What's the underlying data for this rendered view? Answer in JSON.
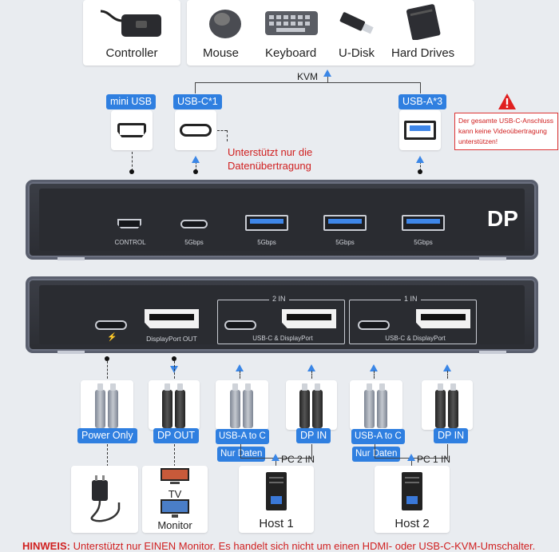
{
  "top": {
    "controller": "Controller",
    "peripherals": [
      "Mouse",
      "Keyboard",
      "U-Disk",
      "Hard Drives"
    ],
    "kvm": "KVM"
  },
  "port_tags": {
    "mini_usb": "mini USB",
    "usb_c": "USB-C*1",
    "usb_a": "USB-A*3"
  },
  "usbc_note": [
    "Unterstützt nur die",
    "Datenübertragung"
  ],
  "warning_note": [
    "Der gesamte USB-C-Anschluss",
    "kann keine Videoübertragung",
    "unterstützen!"
  ],
  "front_panel": {
    "brand": "DP",
    "labels": [
      "CONTROL",
      "5Gbps",
      "5Gbps",
      "5Gbps",
      "5Gbps"
    ]
  },
  "back_panel": {
    "dp_out": "DisplayPort OUT",
    "group2": "2 IN",
    "group1": "1 IN",
    "group_label": "USB-C & DisplayPort"
  },
  "bottom": {
    "power_only": "Power Only",
    "dp_out": "DP OUT",
    "usba_to_c_1": "USB-A to C",
    "dp_in_1": "DP IN",
    "usba_to_c_2": "USB-A to C",
    "dp_in_2": "DP IN",
    "nur_daten_1": "Nur Daten",
    "nur_daten_2": "Nur Daten",
    "pc2": "PC 2 IN",
    "pc1": "PC 1 IN",
    "tv": "TV",
    "monitor": "Monitor",
    "host1": "Host 1",
    "host2": "Host 2"
  },
  "footer": {
    "prefix": "HINWEIS:",
    "text": " Unterstützt nur EINEN Monitor. Es handelt sich nicht um einen HDMI- oder USB-C-KVM-Umschalter."
  },
  "colors": {
    "accent": "#2f7fe0",
    "warning": "#d02020"
  }
}
